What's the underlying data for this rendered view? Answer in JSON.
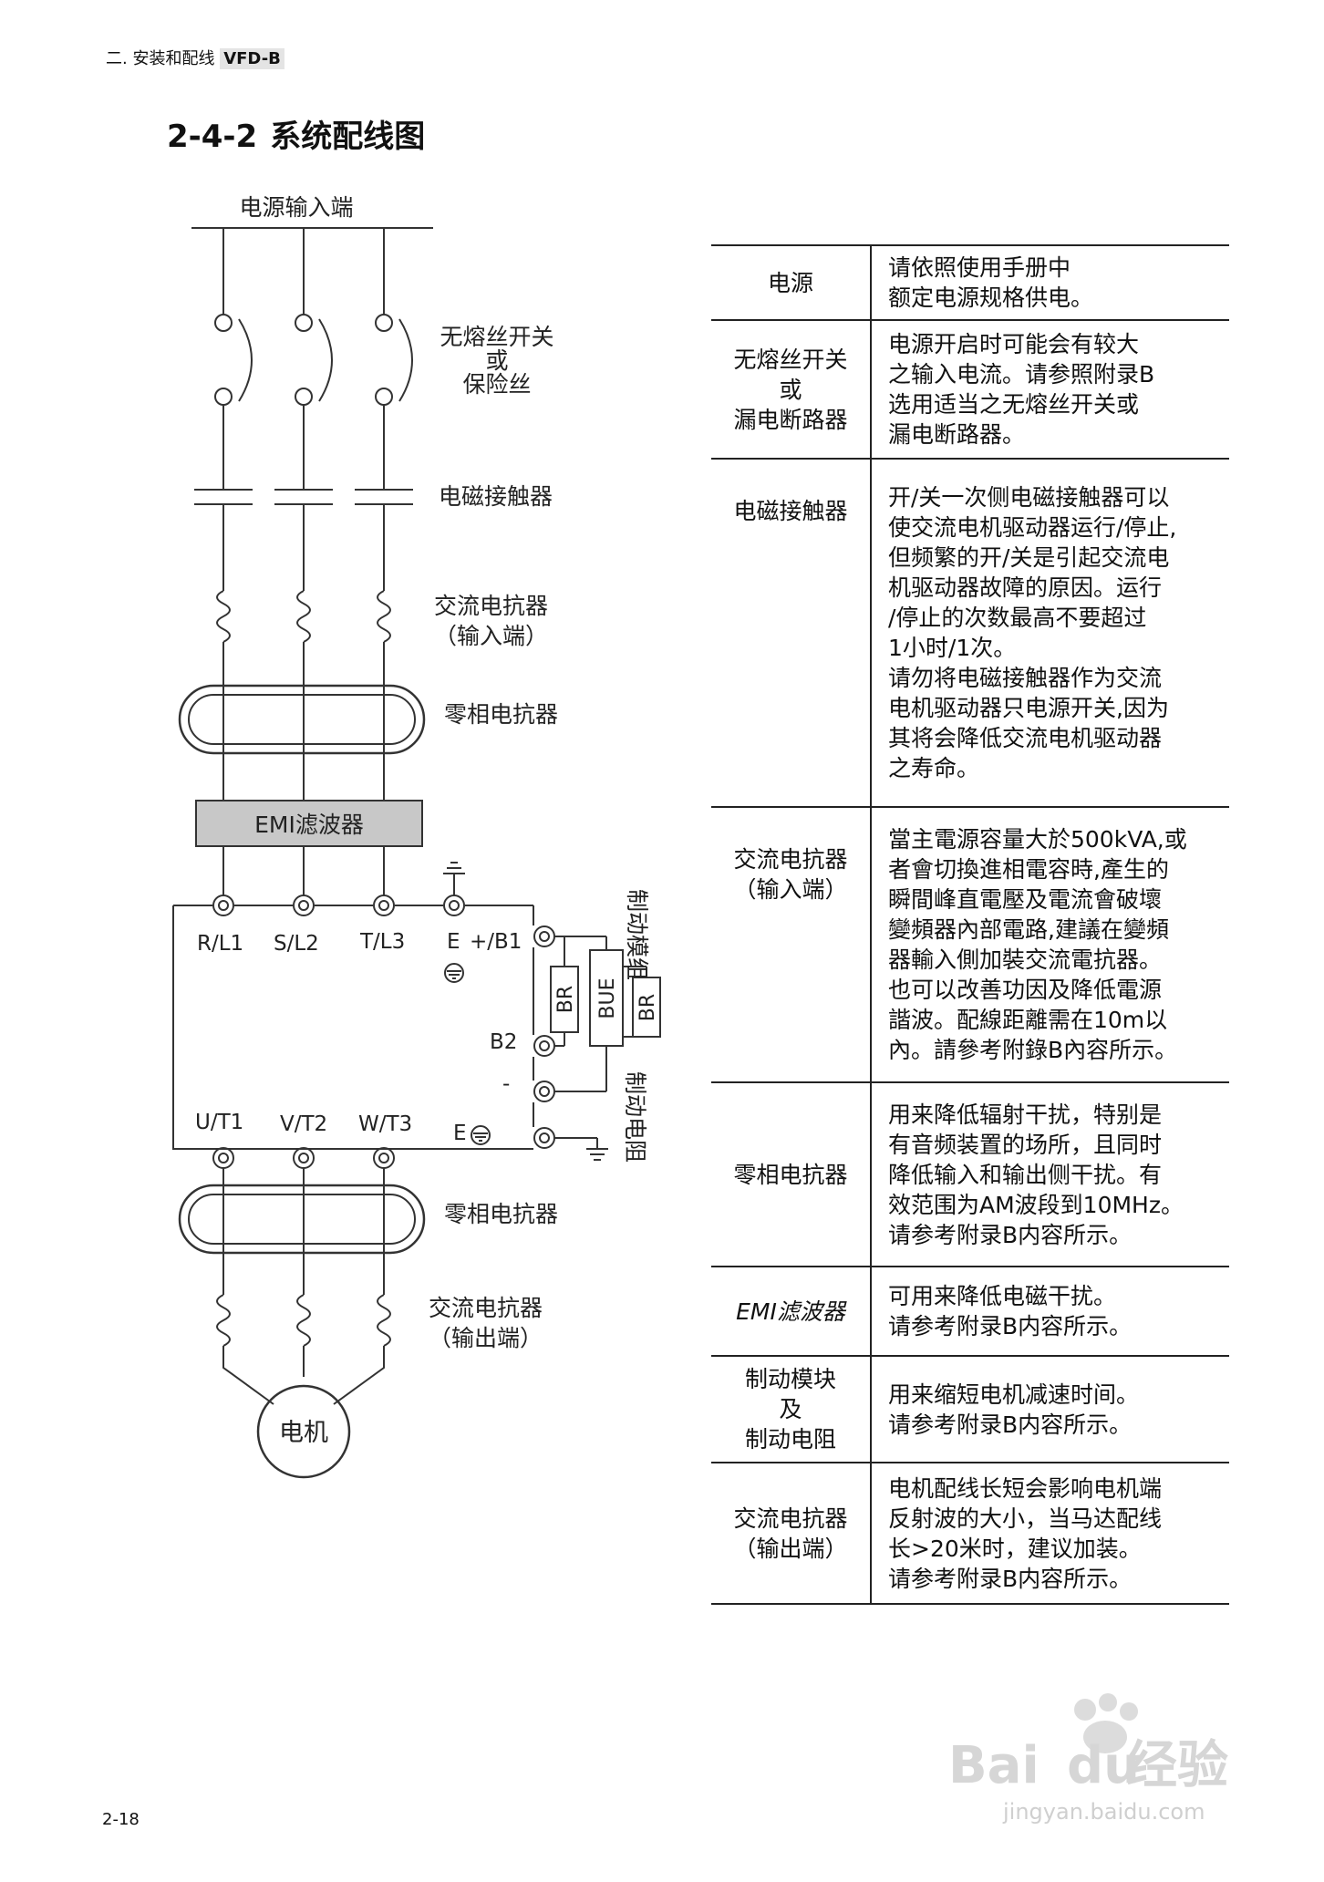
{
  "header": {
    "section": "二. 安装和配线",
    "model": "VFD-B"
  },
  "title": {
    "number": "2-4-2",
    "text": "系统配线图"
  },
  "diagram": {
    "power_input": "电源输入端",
    "breaker": [
      "无熔丝开关",
      "或",
      "保险丝"
    ],
    "contactor": "电磁接触器",
    "ac_reactor_in": [
      "交流电抗器",
      "（输入端）"
    ],
    "zero_phase_1": "零相电抗器",
    "emi_filter": "EMI滤波器",
    "terminals_in": [
      "R/L1",
      "S/L2",
      "T/L3",
      "E"
    ],
    "terminal_b1": "+/B1",
    "terminal_b2": "B2",
    "terminal_minus": "-",
    "terminals_out": [
      "U/T1",
      "V/T2",
      "W/T3",
      "E"
    ],
    "br_label": "BR",
    "bue_label": "BUE",
    "brake_module": "制动模组",
    "brake_resistor": "制动电阻",
    "zero_phase_2": "零相电抗器",
    "ac_reactor_out": [
      "交流电抗器",
      "（输出端）"
    ],
    "motor": "电机"
  },
  "table": [
    {
      "name": "电源",
      "desc": "请依照使用手册中\n额定电源规格供电。"
    },
    {
      "name": "无熔丝开关\n或\n漏电断路器",
      "desc": "电源开启时可能会有较大\n之输入电流。请参照附录B\n选用适当之无熔丝开关或\n漏电断路器。"
    },
    {
      "name": "电磁接触器",
      "desc": "开/关一次侧电磁接触器可以\n使交流电机驱动器运行/停止,\n但频繁的开/关是引起交流电\n机驱动器故障的原因。运行\n/停止的次数最高不要超过\n1小时/1次。\n请勿将电磁接触器作为交流\n电机驱动器只电源开关,因为\n其将会降低交流电机驱动器\n之寿命。"
    },
    {
      "name": "交流电抗器\n（输入端）",
      "desc": "當主電源容量大於500kVA,或\n者會切換進相電容時,產生的\n瞬間峰直電壓及電流會破壞\n變頻器內部電路,建議在變頻\n器輸入側加裝交流電抗器。\n也可以改善功因及降低電源\n諧波。配線距離需在10m以\n內。請參考附錄B內容所示。"
    },
    {
      "name": "零相电抗器",
      "desc": "用来降低辐射干扰，特别是\n有音频装置的场所，且同时\n降低输入和输出侧干扰。有\n效范围为AM波段到10MHz。\n请参考附录B内容所示。"
    },
    {
      "name": "EMI滤波器",
      "desc": "可用来降低电磁干扰。\n请参考附录B内容所示。"
    },
    {
      "name": "制动模块\n及\n制动电阻",
      "desc": "用来缩短电机减速时间。\n请参考附录B内容所示。"
    },
    {
      "name": "交流电抗器\n（输出端）",
      "desc": "电机配线长短会影响电机端\n反射波的大小，当马达配线\n长>20米时，建议加装。\n请参考附录B内容所示。"
    }
  ],
  "page_number": "2-18",
  "watermark": {
    "brand": "Bai",
    "brand2": "du",
    "label": "经验",
    "url": "jingyan.baidu.com"
  }
}
